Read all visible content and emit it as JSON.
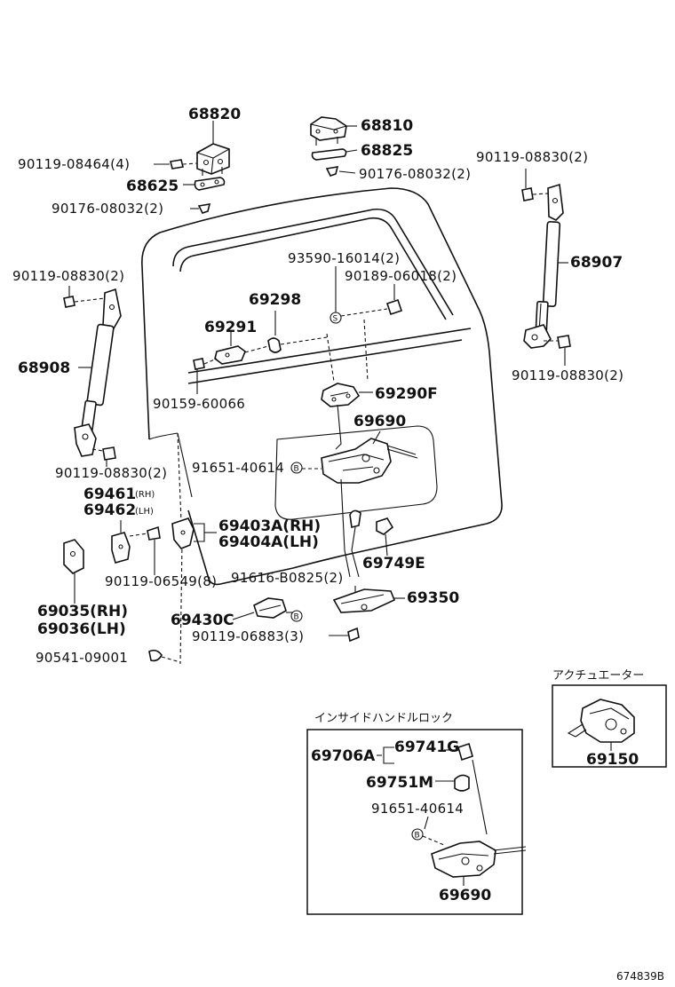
{
  "labels": {
    "p68820": "68820",
    "p68810": "68810",
    "p68825": "68825",
    "p90119_08464": "90119-08464(4)",
    "p68625": "68625",
    "p90176_08032_l": "90176-08032(2)",
    "p90176_08032_r": "90176-08032(2)",
    "p90119_08830_tr": "90119-08830(2)",
    "p93590_16014": "93590-16014(2)",
    "p90189_06018": "90189-06018(2)",
    "p90119_08830_l": "90119-08830(2)",
    "p68907": "68907",
    "p69298": "69298",
    "p69291": "69291",
    "p68908": "68908",
    "p90119_08830_r": "90119-08830(2)",
    "p69290F": "69290F",
    "p90159_60066": "90159-60066",
    "p69690_main": "69690",
    "p91651_40614_main": "91651-40614",
    "p90119_08830_bl": "90119-08830(2)",
    "p69461": "69461",
    "p69461_rh": "(RH)",
    "p69462": "69462",
    "p69462_lh": "(LH)",
    "p69403A": "69403A(RH)",
    "p69404A": "69404A(LH)",
    "p69749E": "69749E",
    "p90119_06549": "90119-06549(8)",
    "p91616_B0825": "91616-B0825(2)",
    "p69350": "69350",
    "p69035": "69035(RH)",
    "p69036": "69036(LH)",
    "p69430C": "69430C",
    "p90119_06883": "90119-06883(3)",
    "p90541_09001": "90541-09001",
    "actuator_title": "アクチュエーター",
    "p69150": "69150",
    "inside_lock_title": "インサイドハンドルロック",
    "p69706A": "69706A",
    "p69741G": "69741G",
    "p69751M": "69751M",
    "p91651_40614_box": "91651-40614",
    "p69690_box": "69690",
    "ref_b": "B",
    "ref_s": "S",
    "drawing_number": "674839B"
  },
  "icons": {
    "check_mark": "circle-b-icon",
    "stud": "circle-s-icon"
  }
}
